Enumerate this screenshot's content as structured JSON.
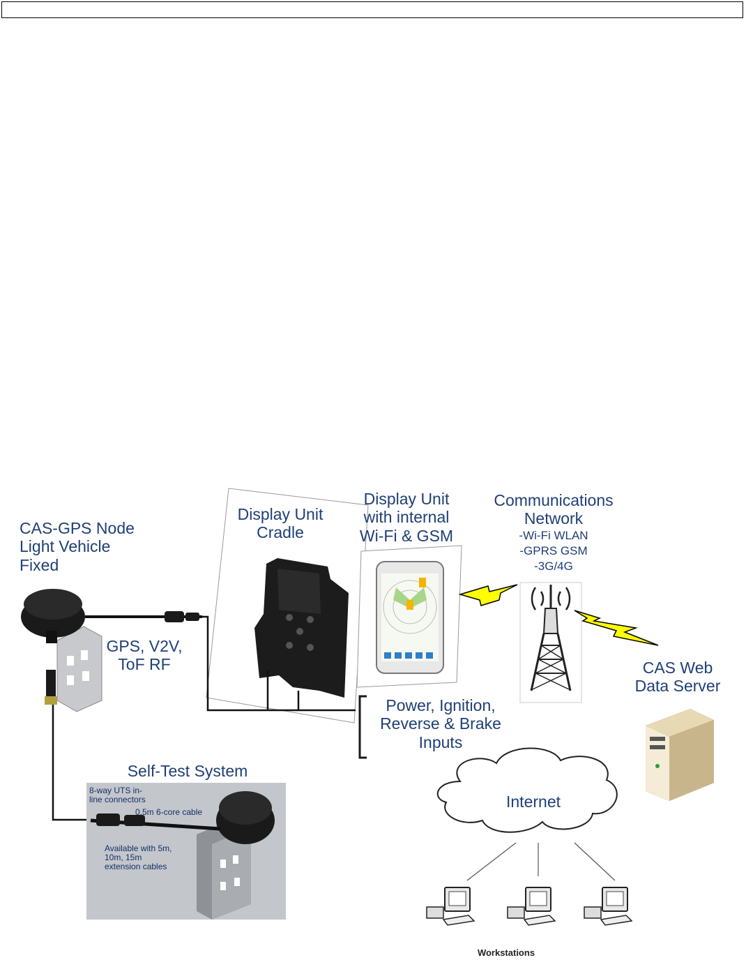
{
  "node": {
    "title_line1": "CAS-GPS Node",
    "title_line2": "Light Vehicle",
    "title_line3": "Fixed"
  },
  "node_signals": {
    "line1": "GPS, V2V,",
    "line2": "ToF RF"
  },
  "cradle": {
    "line1": "Display Unit",
    "line2": "Cradle"
  },
  "display_unit": {
    "line1": "Display Unit",
    "line2": "with internal",
    "line3": "Wi-Fi & GSM"
  },
  "network": {
    "line1": "Communications",
    "line2": "Network",
    "item1": "-Wi-Fi WLAN",
    "item2": "-GPRS GSM",
    "item3": "-3G/4G"
  },
  "server": {
    "line1": "CAS Web",
    "line2": "Data Server"
  },
  "inputs": {
    "line1": "Power,  Ignition,",
    "line2": "Reverse  & Brake",
    "line3": "Inputs"
  },
  "self_test": {
    "title": "Self-Test System",
    "conn_line1": "8-way UTS  in-",
    "conn_line2": "line connectors",
    "cable": "0.5m 6-core cable",
    "avail_line1": "Available  with 5m,",
    "avail_line2": "10m, 15m",
    "avail_line3": "extension  cables"
  },
  "internet": {
    "label": "Internet"
  },
  "workstations": {
    "label": "Workstations"
  },
  "colors": {
    "label_blue": "#1f3f76",
    "lightning_yellow": "#ffff00",
    "device_black": "#1a1a1a",
    "panel_grey": "#bfc3c7"
  }
}
